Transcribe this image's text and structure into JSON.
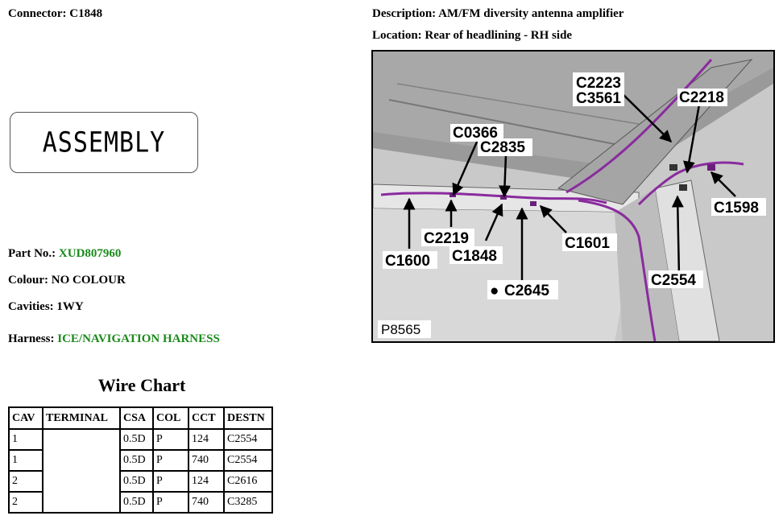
{
  "header": {
    "connector_label": "Connector: C1848",
    "description_label": "Description: AM/FM diversity antenna amplifier",
    "location_label": "Location: Rear of headlining - RH side"
  },
  "assembly_badge": "ASSEMBLY",
  "details": {
    "part_no_label": "Part No.:",
    "part_no_value": "XUD807960",
    "colour_label": "Colour: NO COLOUR",
    "cavities_label": "Cavities: 1WY",
    "harness_label": "Harness:",
    "harness_value": "ICE/NAVIGATION HARNESS"
  },
  "wire_chart": {
    "title": "Wire Chart",
    "columns": [
      "CAV",
      "TERMINAL",
      "CSA",
      "COL",
      "CCT",
      "DESTN"
    ],
    "rows": [
      [
        "1",
        "",
        "0.5D",
        "P",
        "124",
        "C2554"
      ],
      [
        "1",
        "",
        "0.5D",
        "P",
        "740",
        "C2554"
      ],
      [
        "2",
        "",
        "0.5D",
        "P",
        "124",
        "C2616"
      ],
      [
        "2",
        "",
        "0.5D",
        "P",
        "740",
        "C3285"
      ]
    ]
  },
  "figure": {
    "figure_id": "P8565",
    "callouts": [
      "C2223",
      "C3561",
      "C2218",
      "C0366",
      "C2835",
      "C2219",
      "C1848",
      "C1600",
      "C1601",
      "C2645",
      "C1598",
      "C2554"
    ],
    "dot_callout_marker": "●"
  }
}
